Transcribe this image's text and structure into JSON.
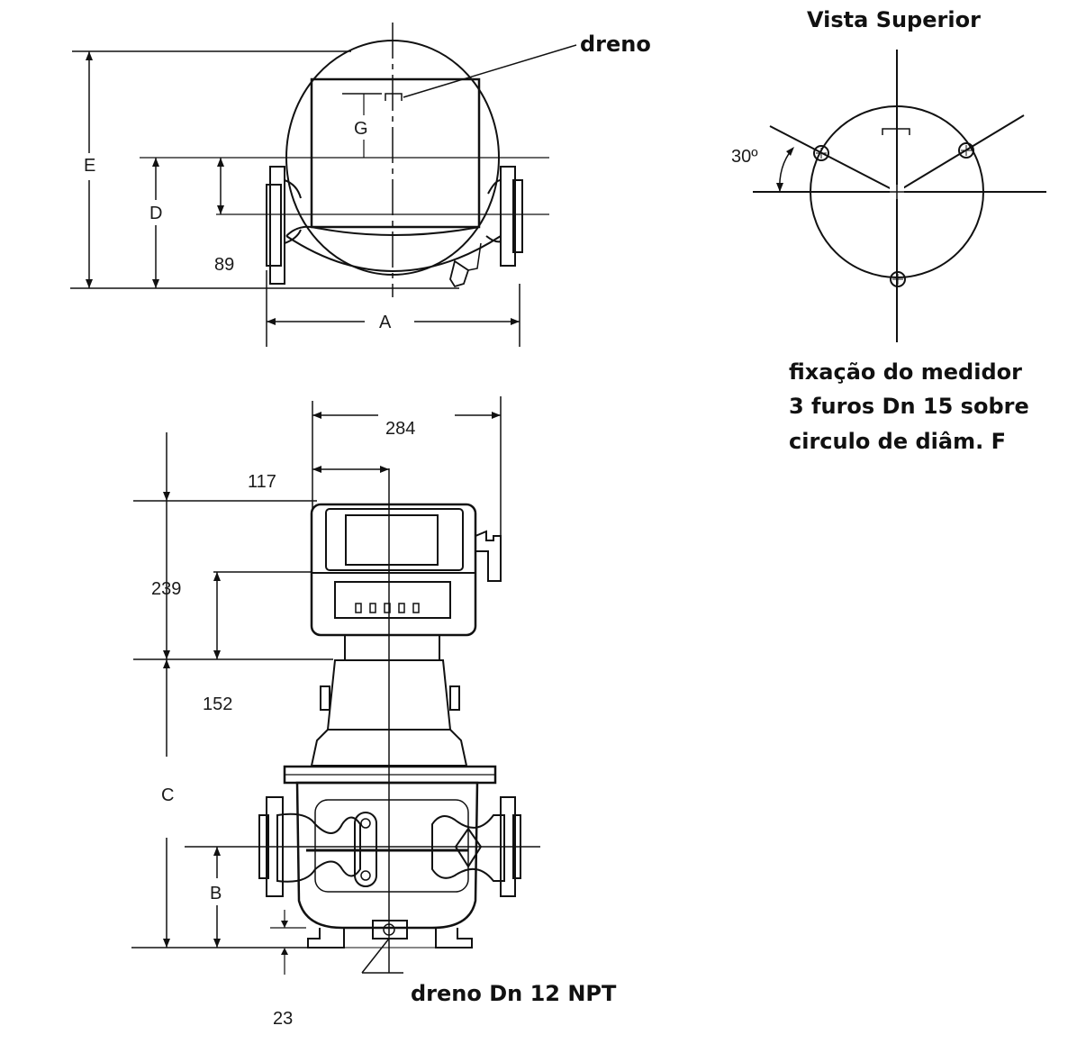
{
  "top_view": {
    "label_dreno": "dreno",
    "label_e": "E",
    "label_g": "G",
    "label_d": "D",
    "label_89": "89",
    "label_a": "A"
  },
  "vista_superior": {
    "title": "Vista Superior",
    "angle_label": "30º",
    "caption_line1": "fixação do medidor",
    "caption_line2": "3 furos Dn 15 sobre",
    "caption_line3": "circulo de diâm.  F"
  },
  "front_view": {
    "label_284": "284",
    "label_117": "117",
    "label_239": "239",
    "label_152": "152",
    "label_c": "C",
    "label_b": "B",
    "label_23": "23",
    "label_dreno_npt": "dreno Dn 12 NPT"
  }
}
